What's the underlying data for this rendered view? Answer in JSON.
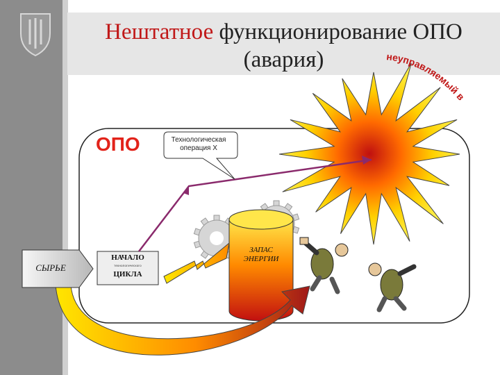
{
  "title": {
    "accent": "Нештатное",
    "rest": "функционирование ОПО",
    "line2": "(авария)"
  },
  "diagram": {
    "opo_label": "ОПО",
    "callout_text": "Технологическая операция Х",
    "raw_material": "СЫРЬЕ",
    "cycle_start": "НАЧАЛО",
    "cycle_small": "технологического",
    "cycle_end": "ЦИКЛА",
    "energy_store": "ЗАПАС ЭНЕРГИИ",
    "uncontrolled_exit": "неуправляемый выход"
  },
  "colors": {
    "accent_red": "#c01818",
    "arrow_purple": "#8a2a6c",
    "sidebar": "#8c8c8c",
    "title_band": "#e6e6e6"
  }
}
